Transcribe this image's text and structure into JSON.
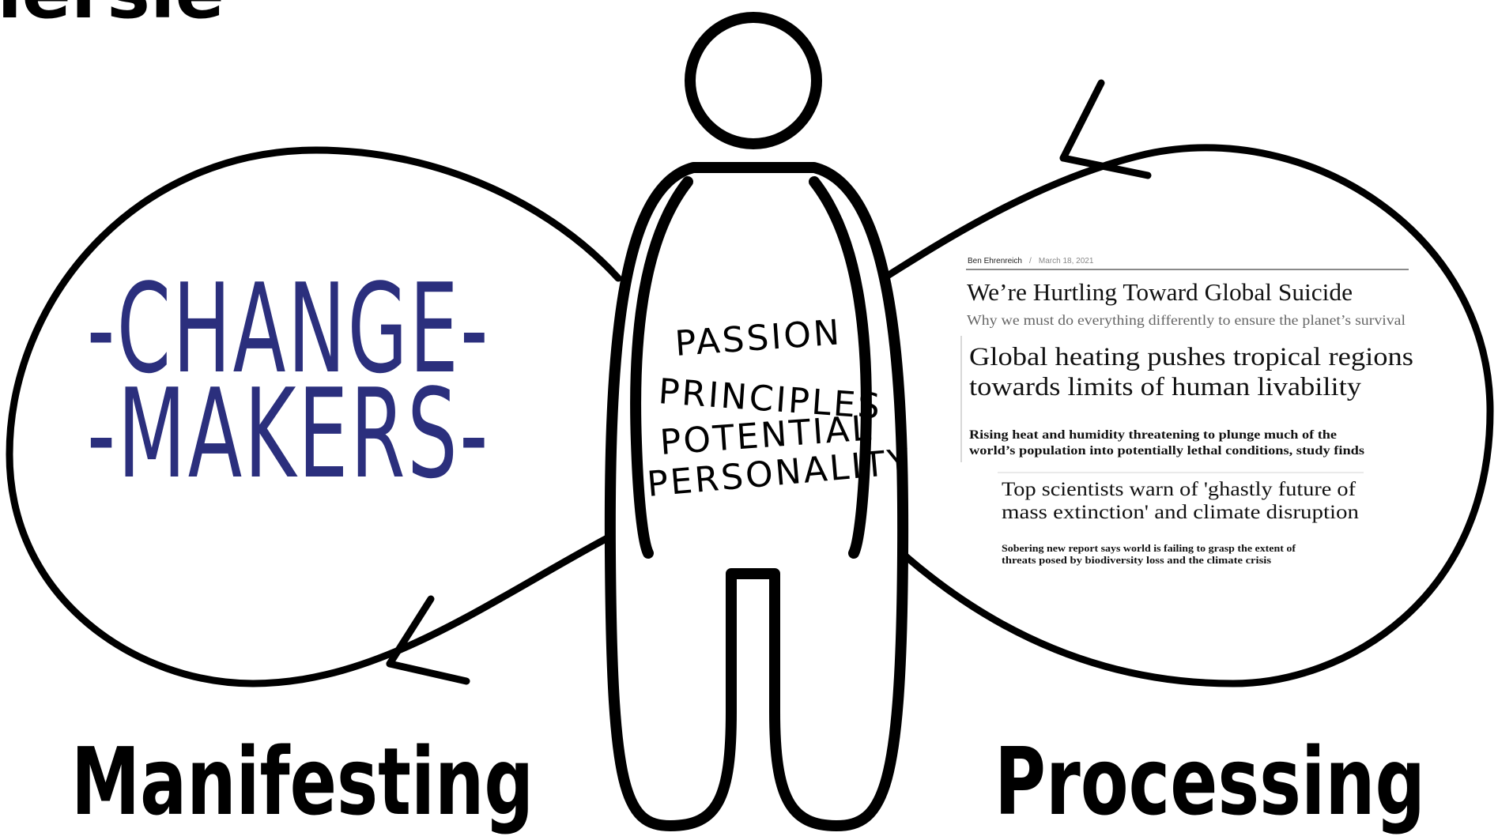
{
  "header": {
    "title_fragment": "nersie"
  },
  "figure": {
    "body_words": [
      "PASSION",
      "PRINCIPLES",
      "POTENTIAL",
      "PERSONALITY"
    ]
  },
  "left_loop": {
    "logo_line_1": "-CHANGE-",
    "logo_line_2": "-MAKERS-",
    "logo_color": "#2b2f7d",
    "label": "Manifesting"
  },
  "right_loop": {
    "label": "Processing",
    "clipping": {
      "author": "Ben Ehrenreich",
      "separator": "/",
      "date": "March 18, 2021",
      "headline_1": "We’re Hurtling Toward Global Suicide",
      "subhead_1": "Why we must do everything differently to ensure the planet’s survival",
      "headline_2_line_1": "Global heating pushes tropical regions",
      "headline_2_line_2": "towards limits of human livability",
      "dek_2_line_1": "Rising heat and humidity threatening to plunge much of the",
      "dek_2_line_2": "world’s population into potentially lethal conditions, study finds",
      "headline_3_line_1": "Top scientists warn of 'ghastly future of",
      "headline_3_line_2": "mass extinction' and climate disruption",
      "dek_3_line_1": "Sobering new report says world is failing to grasp the extent of",
      "dek_3_line_2": "threats posed by biodiversity loss and the climate crisis"
    }
  }
}
